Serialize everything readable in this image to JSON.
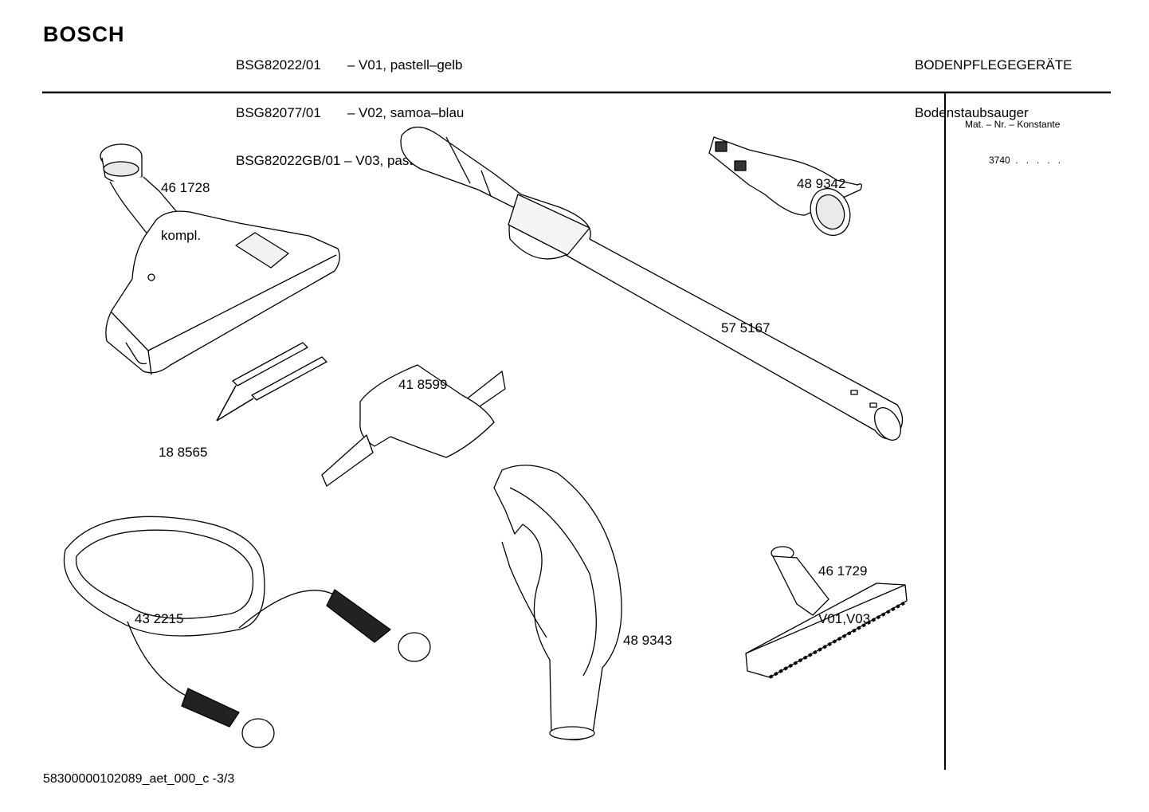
{
  "header": {
    "logo": "BOSCH",
    "model_lines": [
      "BSG82022/01       – V01, pastell–gelb",
      "BSG82077/01       – V02, samoa–blau",
      "BSG82022GB/01 – V03, pastell–gelb"
    ],
    "category": "BODENPFLEGEGERÄTE",
    "subcategory": "Bodenstaubsauger"
  },
  "material_number": {
    "label": "Mat. – Nr. – Konstante",
    "value": "3740  .   .   .   .   ."
  },
  "parts": [
    {
      "id": "floor-nozzle",
      "number": "46 1728",
      "note": "kompl."
    },
    {
      "id": "tube",
      "number": "57 5167",
      "note": ""
    },
    {
      "id": "upholstery-nozzle",
      "number": "48 9342",
      "note": ""
    },
    {
      "id": "crevice-tool",
      "number": "41 8599",
      "note": ""
    },
    {
      "id": "strips",
      "number": "18 8565",
      "note": ""
    },
    {
      "id": "hose",
      "number": "43 2215",
      "note": ""
    },
    {
      "id": "handle",
      "number": "48 9343",
      "note": ""
    },
    {
      "id": "parquet-nozzle",
      "number": "46 1729",
      "note": "V01,V03"
    }
  ],
  "footer": {
    "document_id": "58300000102089_aet_000_c -3/3"
  }
}
